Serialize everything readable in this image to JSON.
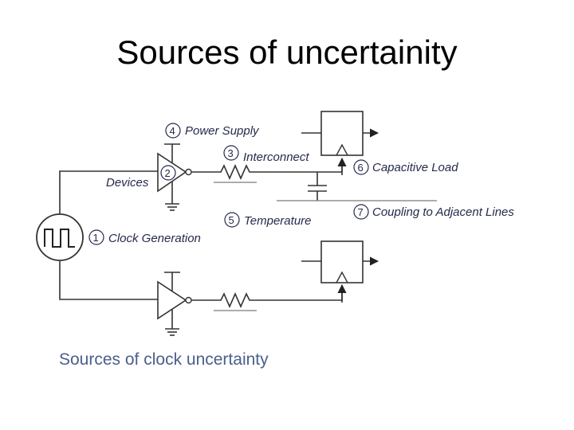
{
  "title": "Sources of uncertainity",
  "caption": "Sources of clock uncertainty",
  "labels": {
    "power_supply": "Power Supply",
    "interconnect": "Interconnect",
    "capacitive_load": "Capacitive Load",
    "devices": "Devices",
    "coupling": "Coupling to Adjacent Lines",
    "temperature": "Temperature",
    "clock_generation": "Clock Generation"
  },
  "markers": {
    "clock_generation": "1",
    "devices": "2",
    "interconnect": "3",
    "power_supply": "4",
    "temperature": "5",
    "capacitive_load": "6",
    "coupling": "7"
  },
  "colors": {
    "title": "#000000",
    "caption": "#4a5f8c",
    "label": "#262a4a",
    "wire": "#333333"
  }
}
